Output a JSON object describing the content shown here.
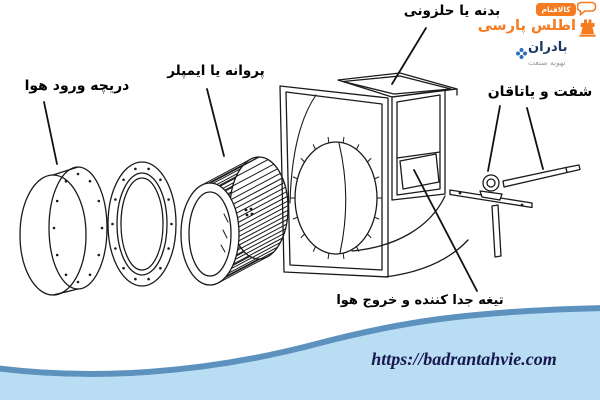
{
  "brand": {
    "badge_label": "کالافنام",
    "name": "اطلس پارسی",
    "sub_name": "بادران",
    "tagline": "تهویه صنعت"
  },
  "diagram": {
    "title_implicit": "centrifugal-fan-exploded-view",
    "labels": {
      "inlet": "دریچه ورود هوا",
      "impeller": "پروانه یا ایمپلر",
      "housing": "بدنه یا حلزونی",
      "shaft_bearing": "شفت و یاتاقان",
      "splitter": "تیغه جدا کننده و خروج هوا"
    }
  },
  "footer": {
    "url": "https://badrantahvie.com"
  },
  "colors": {
    "line_black": "#1a1a1a",
    "brand_orange": "#f47b20",
    "brand_navy": "#17365f",
    "brand_blue": "#2f6db6",
    "tagline_gray": "#9b9b9b",
    "wave_fill": "#b9ddf3",
    "wave_stroke": "#5d92bf",
    "url_navy": "#181850"
  }
}
